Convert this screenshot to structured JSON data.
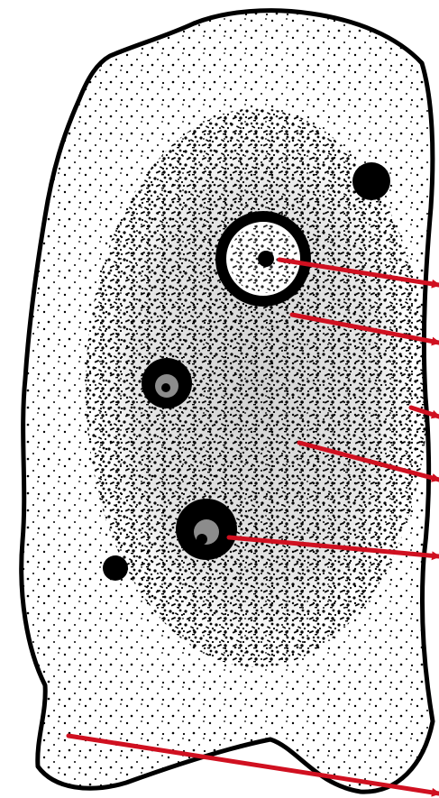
{
  "diagram": {
    "subject": "amoeba-cell-illustration",
    "colors": {
      "ink": "#000000",
      "background": "#ffffff",
      "arrow": "#d01020"
    },
    "pointer_arrows": [
      {
        "target": "nucleolus-karyosome"
      },
      {
        "target": "nucleus-membrane"
      },
      {
        "target": "ectoplasm"
      },
      {
        "target": "endoplasm"
      },
      {
        "target": "food-vacuole"
      },
      {
        "target": "pseudopodium"
      }
    ]
  }
}
